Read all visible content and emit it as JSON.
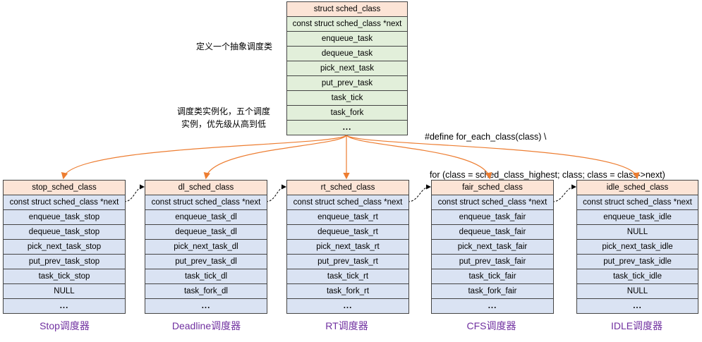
{
  "base": {
    "rows": [
      "struct sched_class",
      "const struct sched_class *next",
      "enqueue_task",
      "dequeue_task",
      "pick_next_task",
      "put_prev_task",
      "task_tick",
      "task_fork",
      "..."
    ]
  },
  "notes": {
    "abstract": "定义一个抽象调度类",
    "instances_line1": "调度类实例化，五个调度",
    "instances_line2": "实例，优先级从高到低"
  },
  "macro": {
    "line1": "#define for_each_class(class) \\",
    "line2": "  for (class = sched_class_highest; class; class = class->next)"
  },
  "classes": [
    {
      "rows": [
        "stop_sched_class",
        "const struct sched_class *next",
        "enqueue_task_stop",
        "dequeue_task_stop",
        "pick_next_task_stop",
        "put_prev_task_stop",
        "task_tick_stop",
        "NULL",
        "..."
      ],
      "caption": "Stop调度器"
    },
    {
      "rows": [
        "dl_sched_class",
        "const struct sched_class *next",
        "enqueue_task_dl",
        "dequeue_task_dl",
        "pick_next_task_dl",
        "put_prev_task_dl",
        "task_tick_dl",
        "task_fork_dl",
        "..."
      ],
      "caption": "Deadline调度器"
    },
    {
      "rows": [
        "rt_sched_class",
        "const struct sched_class *next",
        "enqueue_task_rt",
        "dequeue_task_rt",
        "pick_next_task_rt",
        "put_prev_task_rt",
        "task_tick_rt",
        "task_fork_rt",
        "..."
      ],
      "caption": "RT调度器"
    },
    {
      "rows": [
        "fair_sched_class",
        "const struct sched_class *next",
        "enqueue_task_fair",
        "dequeue_task_fair",
        "pick_next_task_fair",
        "put_prev_task_fair",
        "task_tick_fair",
        "task_fork_fair",
        "..."
      ],
      "caption": "CFS调度器"
    },
    {
      "rows": [
        "idle_sched_class",
        "const struct sched_class *next",
        "enqueue_task_idle",
        "NULL",
        "pick_next_task_idle",
        "put_prev_task_idle",
        "task_tick_idle",
        "NULL",
        "..."
      ],
      "caption": "IDLE调度器"
    }
  ],
  "colors": {
    "orange_arrow": "#ed7d31",
    "caption": "#7030a0",
    "header_fill": "#fce4d6",
    "base_fill": "#e2efda",
    "instance_fill": "#dae3f3"
  }
}
